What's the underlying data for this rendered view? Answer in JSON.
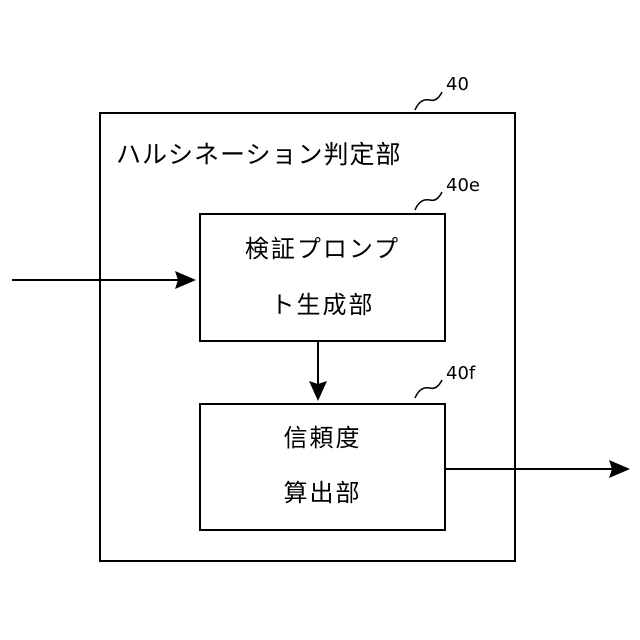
{
  "outer_block": {
    "ref": "40",
    "title": "ハルシネーション判定部"
  },
  "prompt_block": {
    "ref": "40e",
    "line1": "検証プロンプ",
    "line2": "ト生成部"
  },
  "score_block": {
    "ref": "40f",
    "line1": "信頼度",
    "line2": "算出部"
  }
}
